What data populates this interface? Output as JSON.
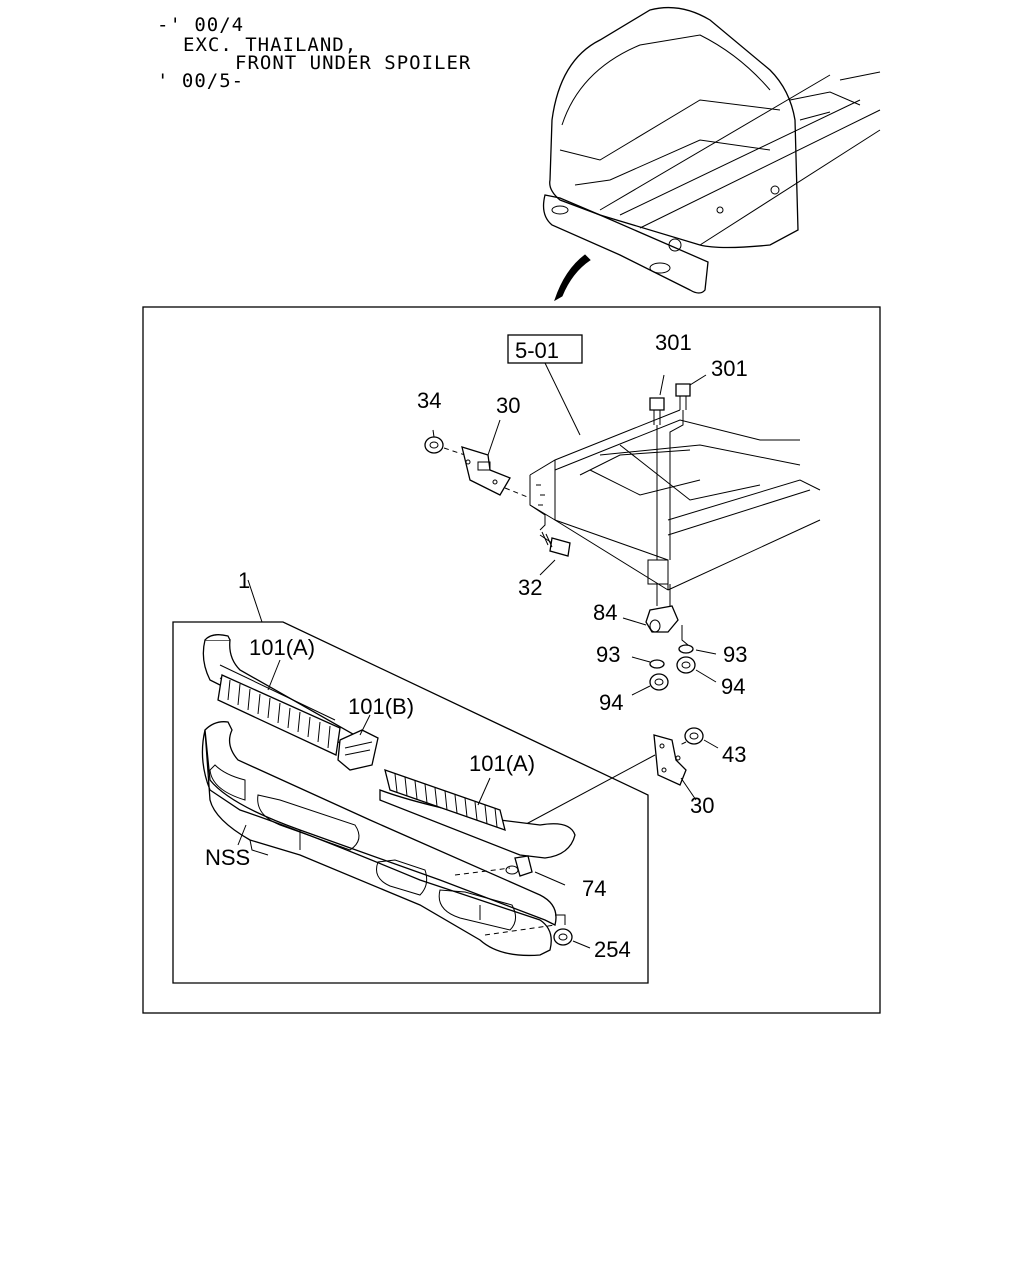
{
  "header": {
    "line1": "-' 00/4",
    "line2": "EXC. THAILAND,",
    "line3": "FRONT UNDER SPOILER",
    "line4": "' 00/5-"
  },
  "ref_box": "5-01",
  "callouts": {
    "c301a": "301",
    "c301b": "301",
    "c34": "34",
    "c30a": "30",
    "c32": "32",
    "c84": "84",
    "c93a": "93",
    "c93b": "93",
    "c94a": "94",
    "c94b": "94",
    "c1": "1",
    "c101a1": "101(A)",
    "c101b": "101(B)",
    "c101a2": "101(A)",
    "c43": "43",
    "c30b": "30",
    "cnss": "NSS",
    "c74": "74",
    "c254": "254"
  }
}
